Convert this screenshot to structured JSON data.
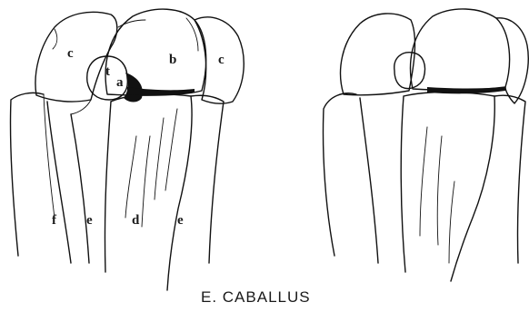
{
  "figure": {
    "caption": "E. CABALLUS",
    "labels": {
      "c_left": "c",
      "b": "b",
      "c_right": "c",
      "t": "t",
      "a": "a",
      "f": "f",
      "e_left": "e",
      "d": "d",
      "e_right": "e"
    },
    "ink_color": "#111111",
    "background_color": "#ffffff"
  }
}
